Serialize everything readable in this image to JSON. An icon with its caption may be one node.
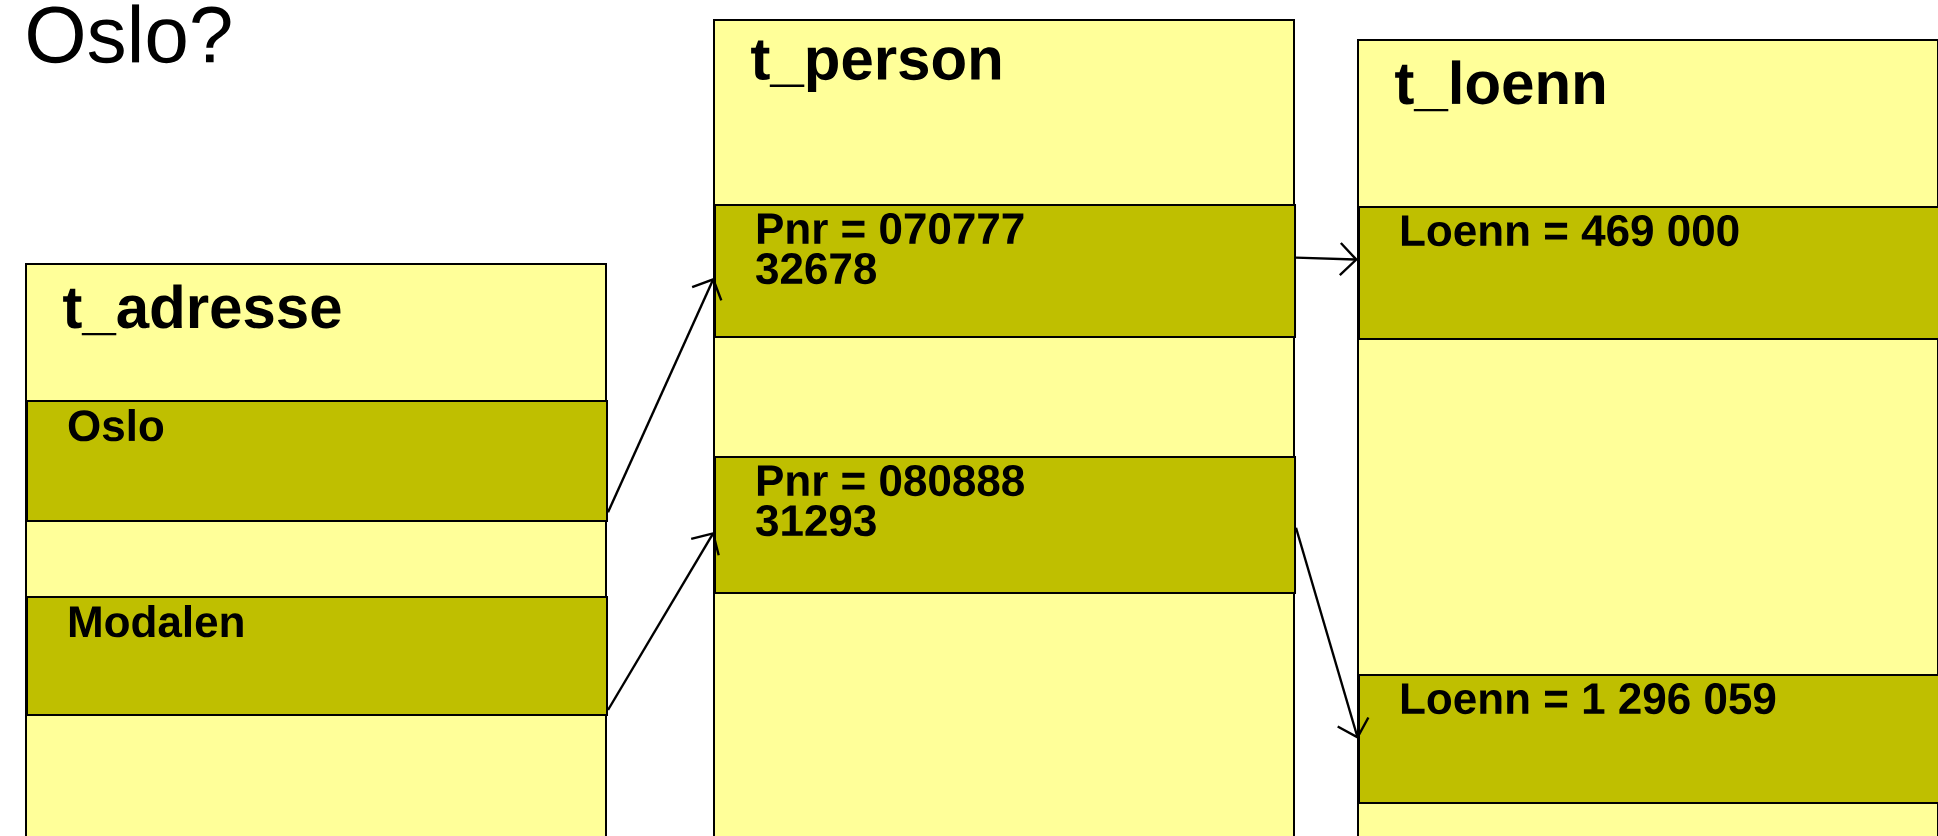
{
  "diagram": {
    "title": "Oslo?",
    "nodes": [
      {
        "text": [
          "t_adresse"
        ]
      },
      {
        "text": [
          "Oslo"
        ],
        "in": 0
      },
      {
        "text": [
          "Modalen"
        ],
        "in": 0
      },
      {
        "text": [
          "t_person"
        ]
      },
      {
        "text": [
          "Pnr = 070777 32678"
        ],
        "in": 3
      },
      {
        "text": [
          "Pnr = 080888 31293"
        ],
        "in": 3
      },
      {
        "text": [
          "t_loenn"
        ]
      },
      {
        "text": [
          "Loenn = 469 000"
        ],
        "in": 6
      },
      {
        "text": [
          "Loenn = 1 296 059"
        ],
        "in": 6
      }
    ],
    "edges": [
      {
        "from": 1,
        "to": 4,
        "arrow": "to"
      },
      {
        "from": 2,
        "to": 5,
        "arrow": "to"
      },
      {
        "from": 4,
        "to": 7,
        "arrow": "to"
      },
      {
        "from": 5,
        "to": 8,
        "arrow": "to"
      }
    ]
  }
}
